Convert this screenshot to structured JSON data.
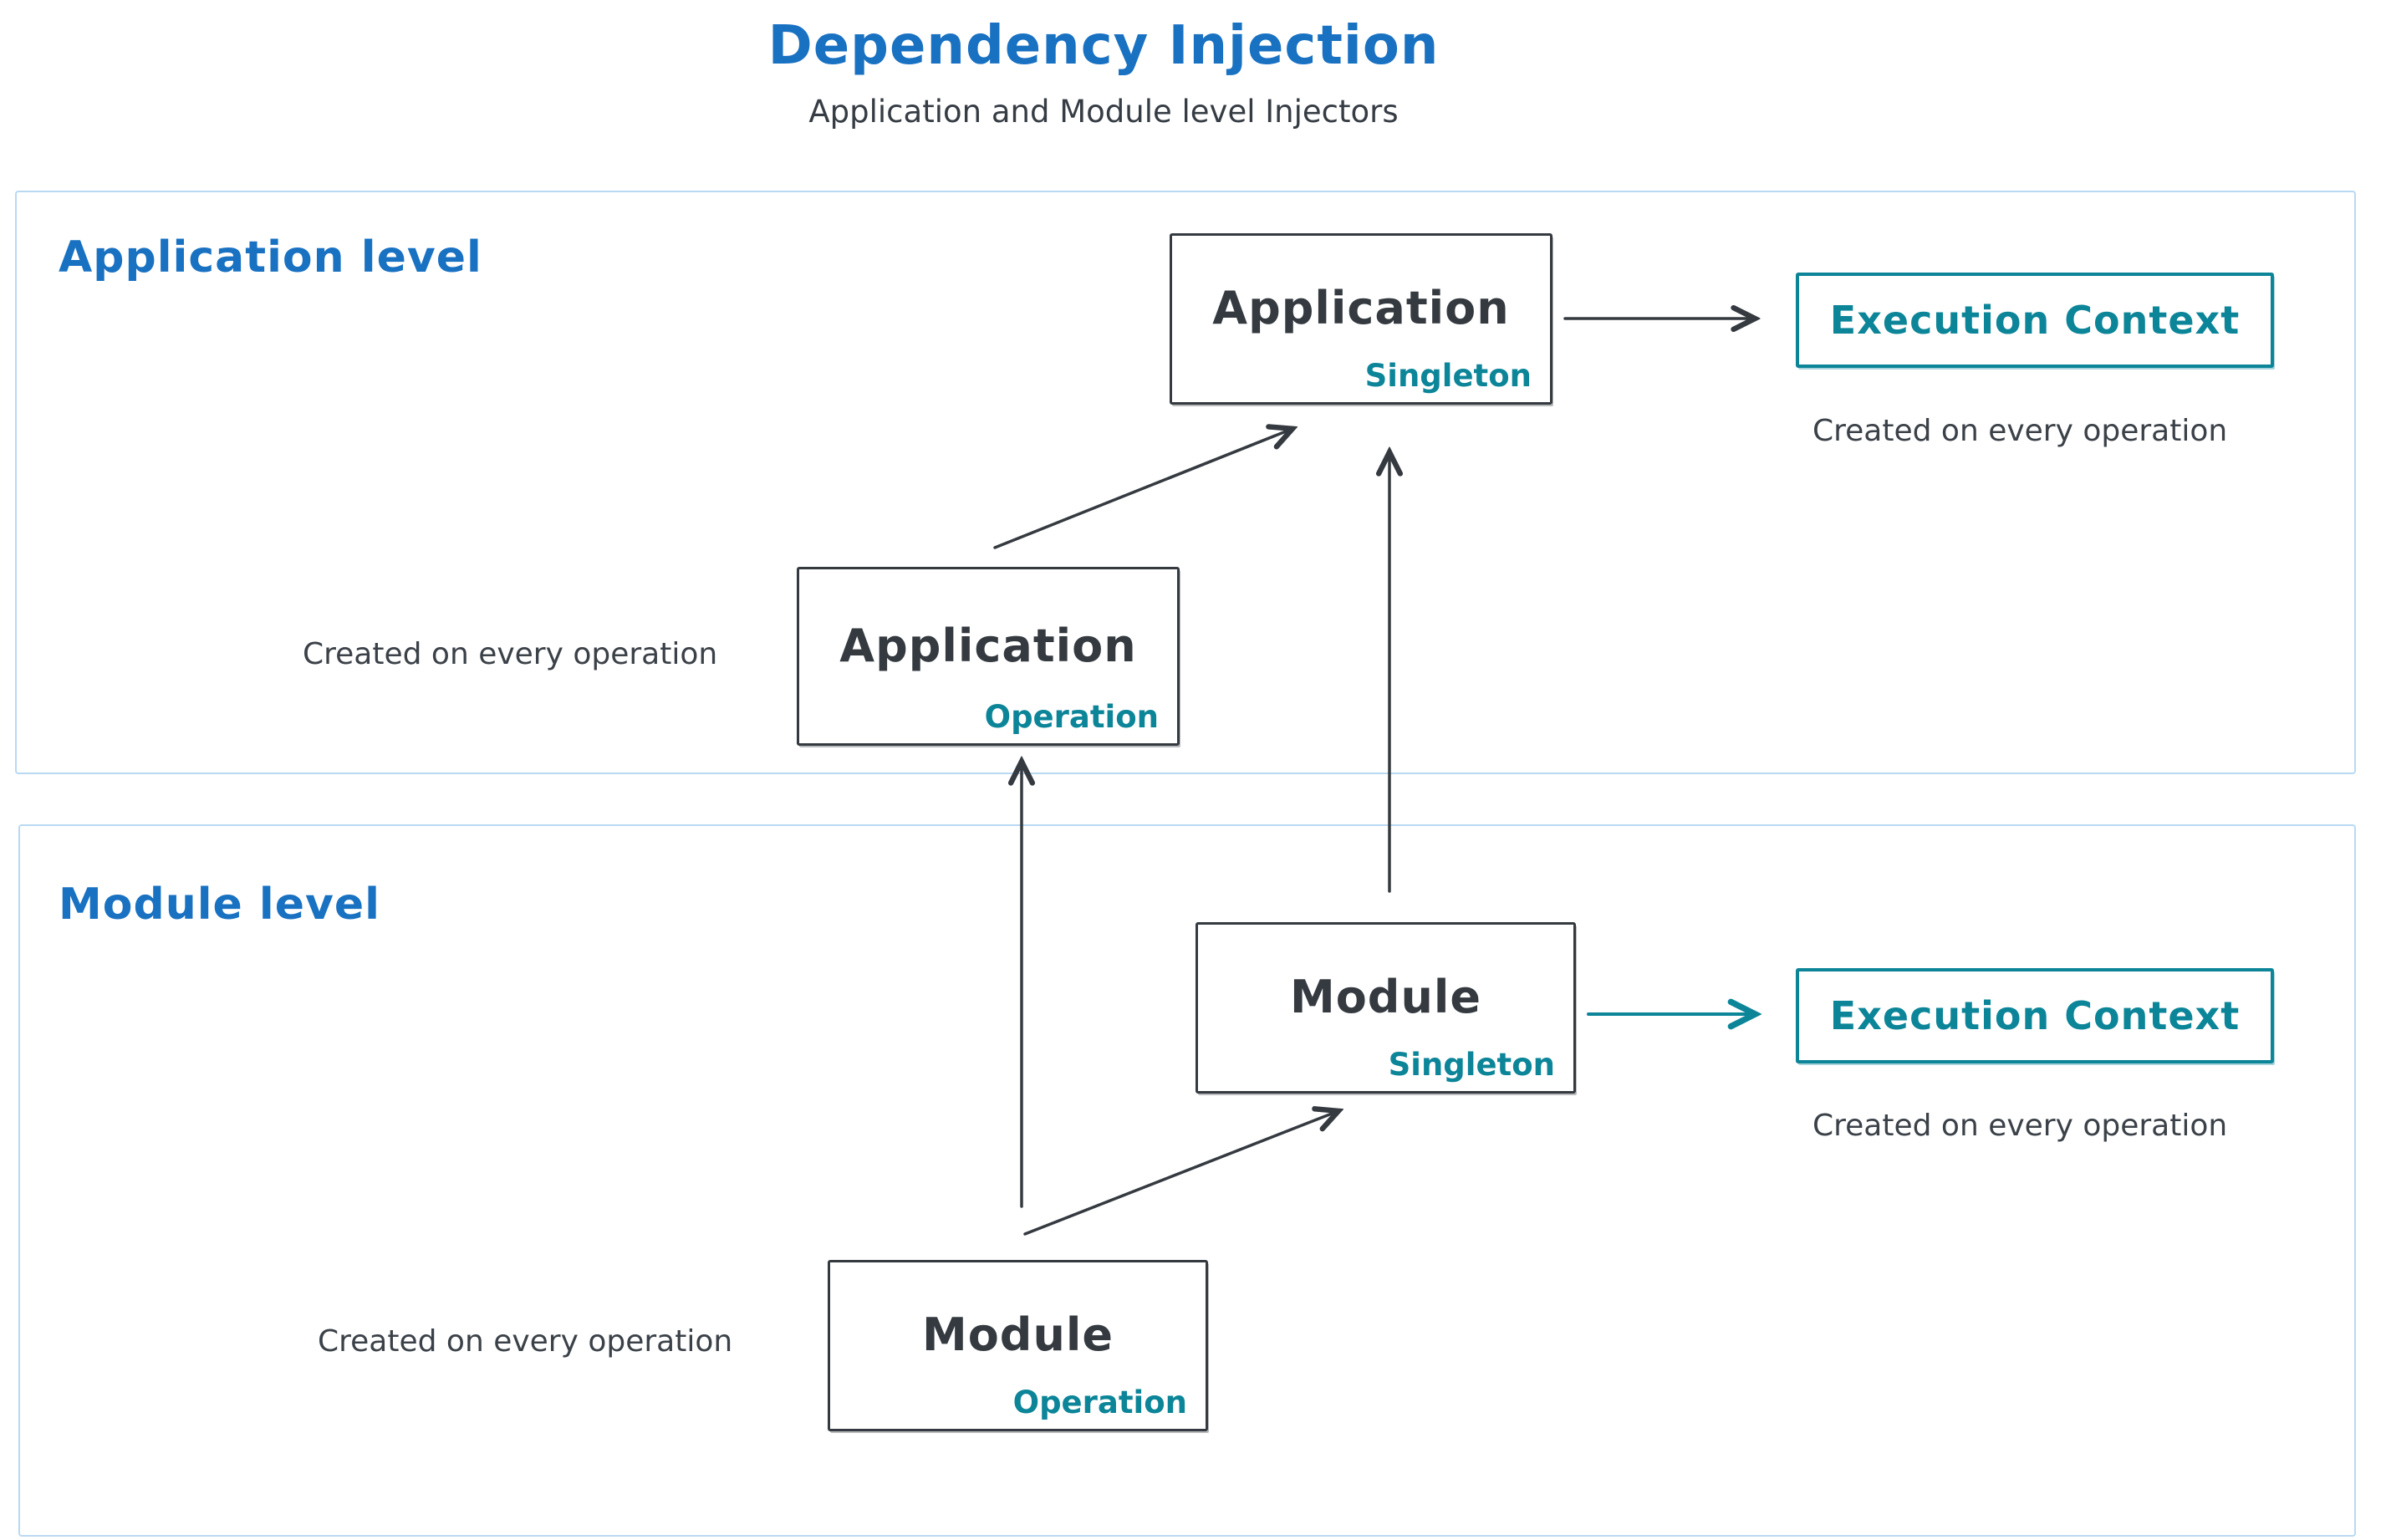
{
  "title": "Dependency Injection",
  "subtitle": "Application and Module level Injectors",
  "colors": {
    "heading_blue": "#1971c2",
    "teal": "#0c8599",
    "dark": "#343a40",
    "section_border": "#b9d9f3"
  },
  "sections": {
    "application": {
      "label": "Application level",
      "singleton_box": {
        "title": "Application",
        "tag": "Singleton"
      },
      "operation_box": {
        "title": "Application",
        "tag": "Operation"
      },
      "execution_context": "Execution Context",
      "ec_note": "Created on every operation",
      "operation_note": "Created on every operation"
    },
    "module": {
      "label": "Module level",
      "singleton_box": {
        "title": "Module",
        "tag": "Singleton"
      },
      "operation_box": {
        "title": "Module",
        "tag": "Operation"
      },
      "execution_context": "Execution Context",
      "ec_note": "Created on every operation",
      "operation_note": "Created on every operation"
    }
  }
}
